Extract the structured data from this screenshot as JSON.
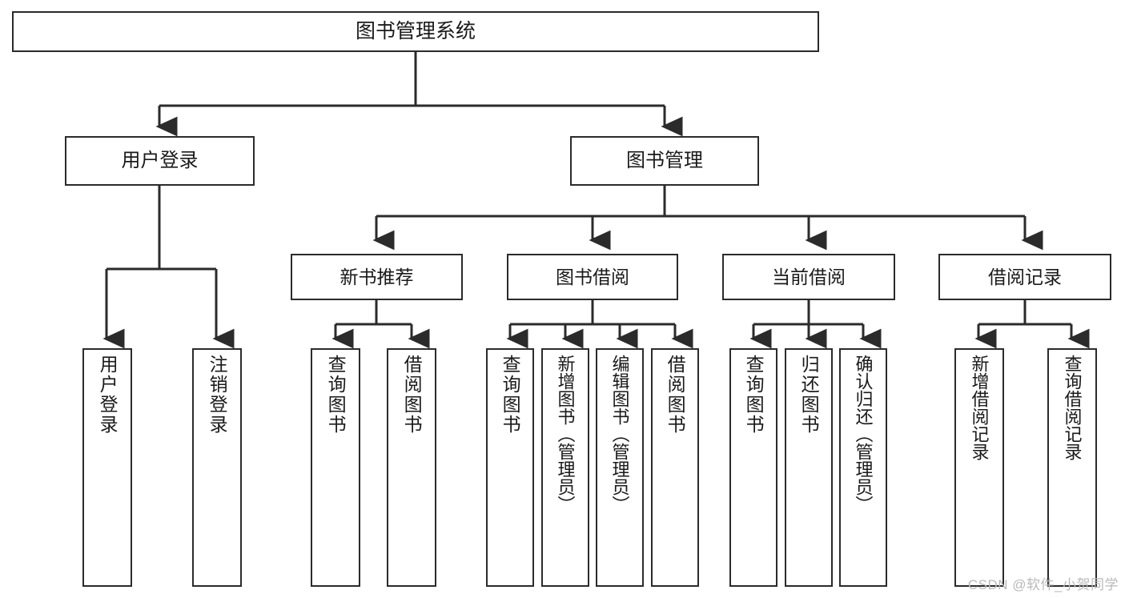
{
  "diagram": {
    "type": "tree",
    "title": "图书管理系统",
    "watermark": "CSDN @软件_小贺同学",
    "colors": {
      "box_border": "#2b2b2b",
      "box_fill": "#ffffff",
      "connector": "#2b2b2b",
      "text": "#1a1a1a",
      "watermark": "#b9b9b9"
    },
    "nodes": {
      "root": {
        "label": "图书管理系统"
      },
      "level2": [
        {
          "id": "user-login",
          "label": "用户登录"
        },
        {
          "id": "book-management",
          "label": "图书管理"
        }
      ],
      "level3": [
        {
          "id": "new-book-recommend",
          "label": "新书推荐"
        },
        {
          "id": "book-borrow",
          "label": "图书借阅"
        },
        {
          "id": "current-borrow",
          "label": "当前借阅"
        },
        {
          "id": "borrow-record",
          "label": "借阅记录"
        }
      ],
      "leaves": {
        "user-login": [
          {
            "id": "leaf-user-login",
            "label": "用户登录"
          },
          {
            "id": "leaf-logout",
            "label": "注销登录"
          }
        ],
        "new-book-recommend": [
          {
            "id": "leaf-query-book-1",
            "label": "查询图书"
          },
          {
            "id": "leaf-borrow-book-1",
            "label": "借阅图书"
          }
        ],
        "book-borrow": [
          {
            "id": "leaf-query-book-2",
            "label": "查询图书"
          },
          {
            "id": "leaf-add-book",
            "label": "新增图书（管理员）"
          },
          {
            "id": "leaf-edit-book",
            "label": "编辑图书（管理员）"
          },
          {
            "id": "leaf-borrow-book-2",
            "label": "借阅图书"
          }
        ],
        "current-borrow": [
          {
            "id": "leaf-query-book-3",
            "label": "查询图书"
          },
          {
            "id": "leaf-return-book",
            "label": "归还图书"
          },
          {
            "id": "leaf-confirm-return",
            "label": "确认归还（管理员）"
          }
        ],
        "borrow-record": [
          {
            "id": "leaf-add-record",
            "label": "新增借阅记录"
          },
          {
            "id": "leaf-query-record",
            "label": "查询借阅记录"
          }
        ]
      }
    }
  }
}
